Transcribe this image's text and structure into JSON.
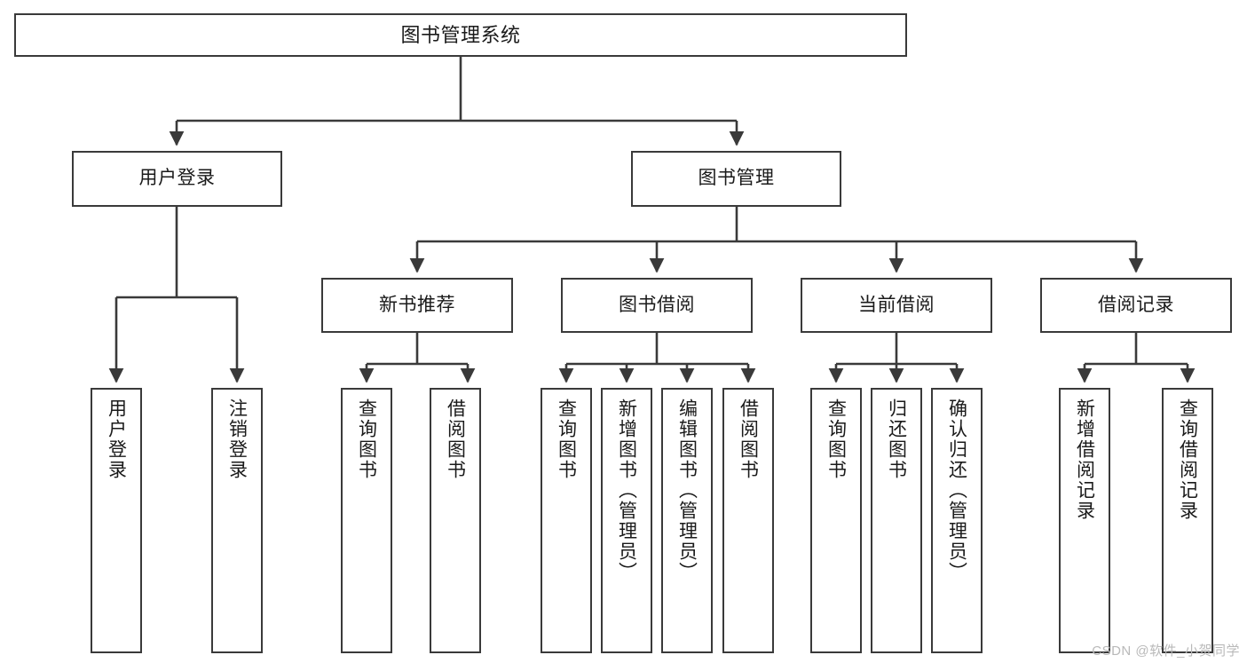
{
  "diagram": {
    "title": "图书管理系统",
    "type": "tree-hierarchy",
    "watermark": "CSDN @软件_小贺同学",
    "colors": {
      "stroke": "#3a3a3a",
      "fill": "#ffffff",
      "text": "#1a1a1a",
      "watermark": "#b9b9b9"
    }
  },
  "nodes": {
    "root": {
      "label": "图书管理系统"
    },
    "level2": [
      {
        "id": "user-login",
        "label": "用户登录"
      },
      {
        "id": "book-manage",
        "label": "图书管理"
      }
    ],
    "level3": [
      {
        "id": "new-book-recommend",
        "label": "新书推荐"
      },
      {
        "id": "book-borrow",
        "label": "图书借阅"
      },
      {
        "id": "current-borrow",
        "label": "当前借阅"
      },
      {
        "id": "borrow-record",
        "label": "借阅记录"
      }
    ],
    "leaves": {
      "user-login": [
        {
          "id": "leaf-user-login",
          "label": "用户登录"
        },
        {
          "id": "leaf-user-logout",
          "label": "注销登录"
        }
      ],
      "new-book-recommend": [
        {
          "id": "leaf-query-book-1",
          "label": "查询图书"
        },
        {
          "id": "leaf-borrow-book-1",
          "label": "借阅图书"
        }
      ],
      "book-borrow": [
        {
          "id": "leaf-query-book-2",
          "label": "查询图书"
        },
        {
          "id": "leaf-add-book",
          "label": "新增图书（管理员）"
        },
        {
          "id": "leaf-edit-book",
          "label": "编辑图书（管理员）"
        },
        {
          "id": "leaf-borrow-book-2",
          "label": "借阅图书"
        }
      ],
      "current-borrow": [
        {
          "id": "leaf-query-book-3",
          "label": "查询图书"
        },
        {
          "id": "leaf-return-book",
          "label": "归还图书"
        },
        {
          "id": "leaf-confirm-return",
          "label": "确认归还（管理员）"
        }
      ],
      "borrow-record": [
        {
          "id": "leaf-add-record",
          "label": "新增借阅记录"
        },
        {
          "id": "leaf-query-record",
          "label": "查询借阅记录"
        }
      ]
    }
  }
}
